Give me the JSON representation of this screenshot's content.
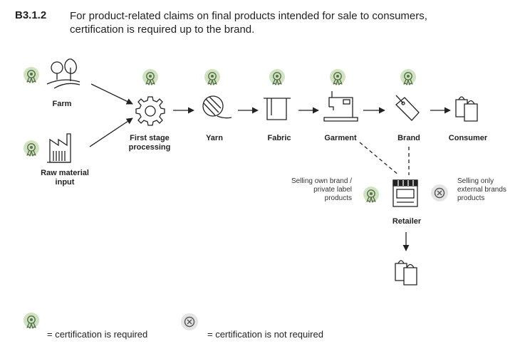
{
  "header": {
    "number": "B3.1.2",
    "text": "For product-related claims on final products intended for sale to consumers, certification is required up to the brand."
  },
  "nodes": {
    "farm": "Farm",
    "raw_material": "Raw material input",
    "first_stage": "First stage processing",
    "yarn": "Yarn",
    "fabric": "Fabric",
    "garment": "Garment",
    "brand": "Brand",
    "consumer": "Consumer",
    "retailer": "Retailer"
  },
  "notes": {
    "own_brand": "Selling own brand / private label products",
    "external_brands": "Selling only external brands products"
  },
  "legend": {
    "required": "= certification is required",
    "not_required": "= certification is not required"
  },
  "icons": {
    "certified": "award-ribbon-icon",
    "not_certified": "circle-x-icon"
  },
  "colors": {
    "badge_fill": "#cfe3c1",
    "badge_ring": "#58704a",
    "cross_fill": "#e4e4e4",
    "line": "#222222"
  }
}
